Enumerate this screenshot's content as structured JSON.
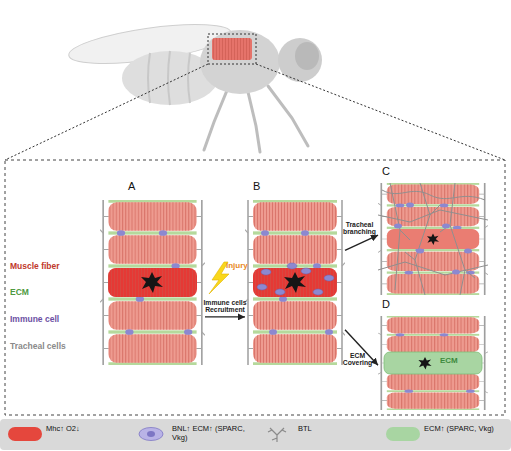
{
  "diagram": {
    "nodes": [
      {
        "text": [
          "A"
        ]
      },
      {
        "text": [
          "B"
        ]
      },
      {
        "text": [
          "C"
        ]
      },
      {
        "text": [
          "D"
        ]
      }
    ],
    "edges": [
      {
        "from": 0,
        "to": 1,
        "arrow": "to",
        "label": "Immune cells Recruitment"
      },
      {
        "from": 1,
        "to": 2,
        "arrow": "to",
        "label": "Tracheal branching"
      },
      {
        "from": 1,
        "to": 3,
        "arrow": "to",
        "label": "ECM Covering"
      }
    ],
    "labels": [
      "Muscle fiber",
      "ECM",
      "Immune cell",
      "Tracheal cells",
      "Injury",
      "ECM"
    ],
    "legend": [
      {
        "text": "Mhc↑ O2↓",
        "color": "#e5473d"
      },
      {
        "text": "BNL↑ ECM↑ (SPARC, Vkg)"
      },
      {
        "text": "BTL"
      },
      {
        "text": "ECM↑ (SPARC, Vkg)",
        "color": "#a8d5a2"
      }
    ]
  }
}
